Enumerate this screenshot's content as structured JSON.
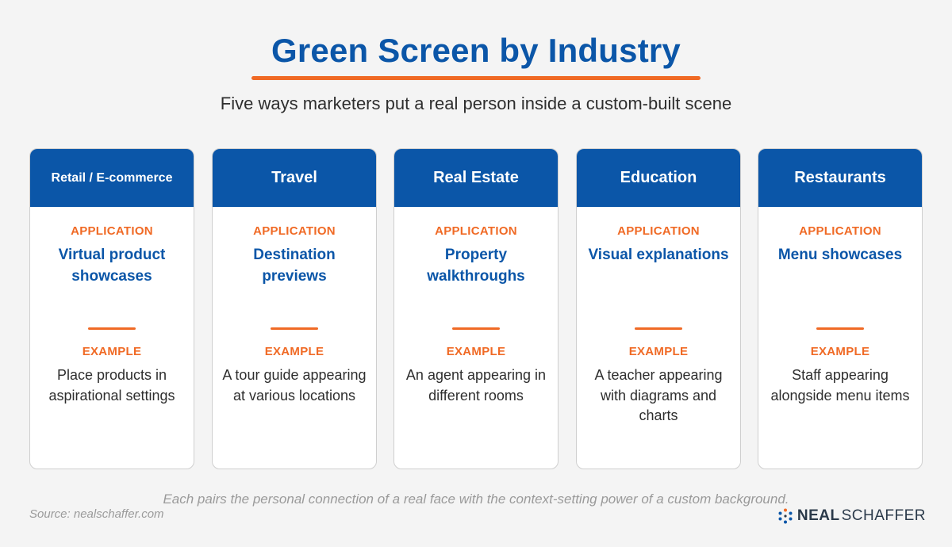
{
  "title": "Green Screen by Industry",
  "subtitle": "Five ways marketers put a real person inside a custom-built scene",
  "application_label": "APPLICATION",
  "example_label": "EXAMPLE",
  "cards": [
    {
      "header": "Retail / E-commerce",
      "application": "Virtual product showcases",
      "example": "Place products in aspirational settings"
    },
    {
      "header": "Travel",
      "application": "Destination previews",
      "example": "A tour guide appearing at various locations"
    },
    {
      "header": "Real Estate",
      "application": "Property walkthroughs",
      "example": "An agent appearing in different rooms"
    },
    {
      "header": "Education",
      "application": "Visual explanations",
      "example": "A teacher appearing with diagrams and charts"
    },
    {
      "header": "Restaurants",
      "application": "Menu showcases",
      "example": "Staff appearing alongside menu items"
    }
  ],
  "footnote": "Each pairs the personal connection of a real face with the context-setting power of a custom background.",
  "source": "Source: nealschaffer.com",
  "brand": {
    "first": "NEAL",
    "second": "SCHAFFER",
    "icon": "network-dots-icon"
  },
  "colors": {
    "primary": "#0b56a8",
    "accent": "#f06a25",
    "text": "#2e2e2e",
    "muted": "#9a9a9a"
  }
}
